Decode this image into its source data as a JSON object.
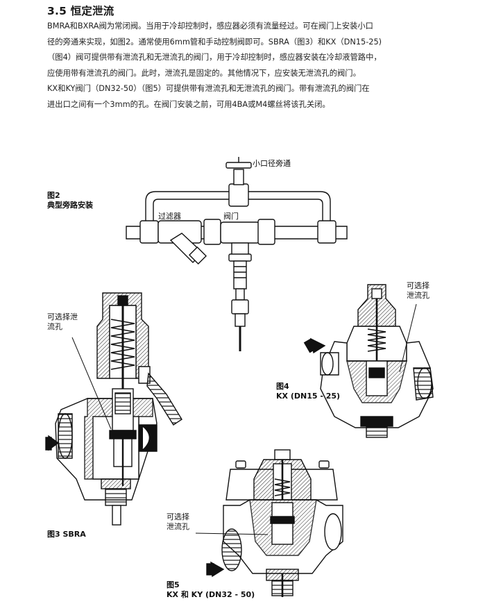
{
  "section": {
    "title": "3.5 恒定泄流",
    "lines": [
      "BMRA和BXRA阀为常闭阀。当用于冷却控制时，感应器必须有流量经过。可在阀门上安装小口",
      "径的旁通来实现，如图2。通常使用6mm管和手动控制阀即可。SBRA（图3）和KX（DN15-25)",
      "（图4）阀可提供带有泄流孔和无泄流孔的阀门，用于冷却控制时，感应器安装在冷却液管路中，",
      "应使用带有泄流孔的阀门。此时，泄流孔是固定的。其他情况下，应安装无泄流孔的阀门。",
      "KX和KY阀门（DN32-50）（图5）可提供带有泄流孔和无泄流孔的阀门。带有泄流孔的阀门在",
      "进出口之间有一个3mm的孔。在阀门安装之前，可用4BA或M4螺丝将该孔关闭。"
    ]
  },
  "figure2": {
    "label_num": "图2",
    "label_title": "典型旁路安装",
    "callout_bypass": "小口径旁通",
    "callout_strainer": "过滤器",
    "callout_valve": "阀门"
  },
  "figure3": {
    "label": "图3 SBRA",
    "callout_orifice_line1": "可选择泄",
    "callout_orifice_line2": "流孔"
  },
  "figure4": {
    "label_num": "图4",
    "label_model": "KX (DN15 - 25)",
    "callout_orifice_line1": "可选择",
    "callout_orifice_line2": "泄流孔"
  },
  "figure5": {
    "label_num": "图5",
    "label_model": "KX 和 KY (DN32 - 50)",
    "callout_orifice_line1": "可选择",
    "callout_orifice_line2": "泄流孔"
  }
}
